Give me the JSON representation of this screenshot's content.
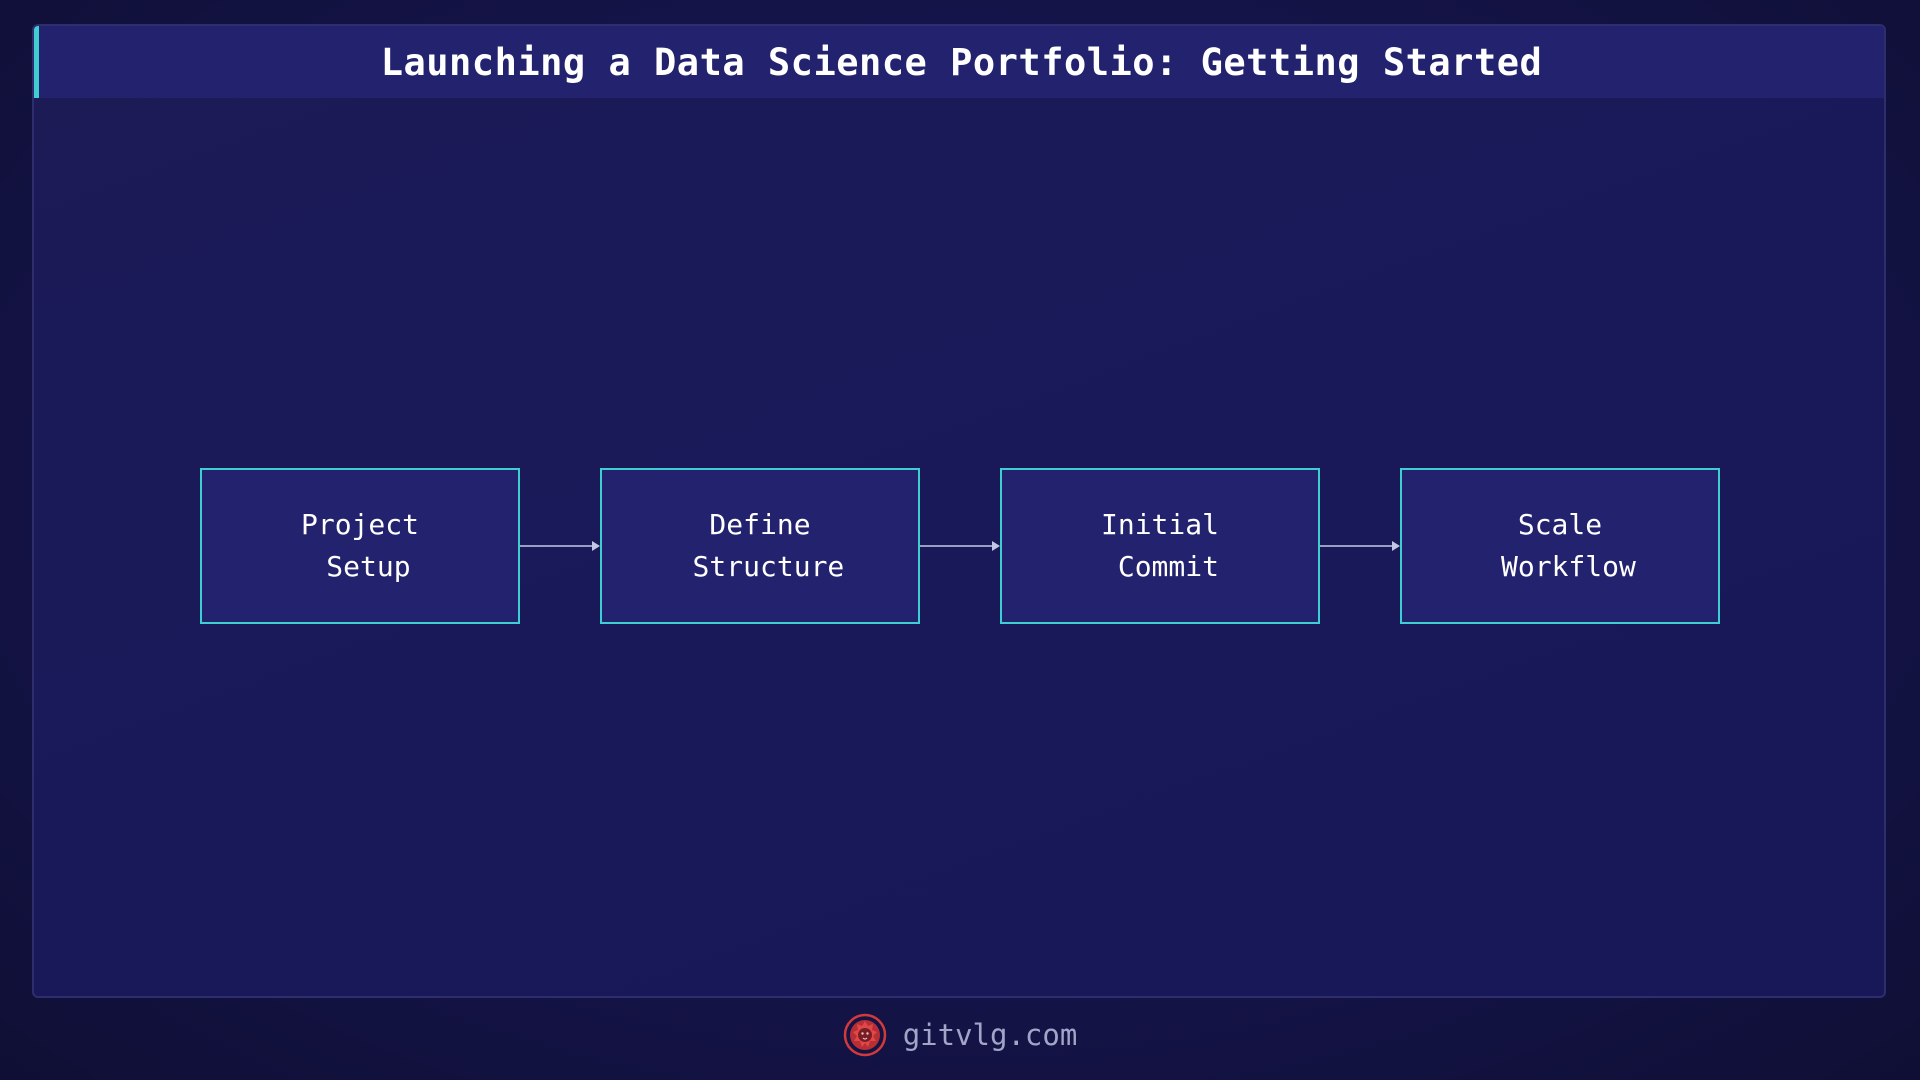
{
  "title": "Launching a Data Science Portfolio: Getting Started",
  "diagram": {
    "nodes": [
      {
        "id": "project-setup",
        "lines": [
          "Project",
          " Setup"
        ]
      },
      {
        "id": "define-structure",
        "lines": [
          "Define",
          " Structure"
        ]
      },
      {
        "id": "initial-commit",
        "lines": [
          "Initial",
          " Commit"
        ]
      },
      {
        "id": "scale-workflow",
        "lines": [
          "Scale",
          " Workflow"
        ]
      }
    ],
    "edges": [
      {
        "from": "project-setup",
        "to": "define-structure"
      },
      {
        "from": "define-structure",
        "to": "initial-commit"
      },
      {
        "from": "initial-commit",
        "to": "scale-workflow"
      }
    ]
  },
  "footer": {
    "site": "gitvlg.com",
    "logo_icon": "lion-head-icon"
  },
  "colors": {
    "background": "#15144a",
    "panel": "#1a1a58",
    "title_bar": "#23226f",
    "accent": "#3fcfd0",
    "node_fill": "#23226f",
    "node_border": "#3fcfd0",
    "arrow": "#9b9dc4",
    "logo": "#d23a3a",
    "footer_text": "#a3a5c8"
  }
}
